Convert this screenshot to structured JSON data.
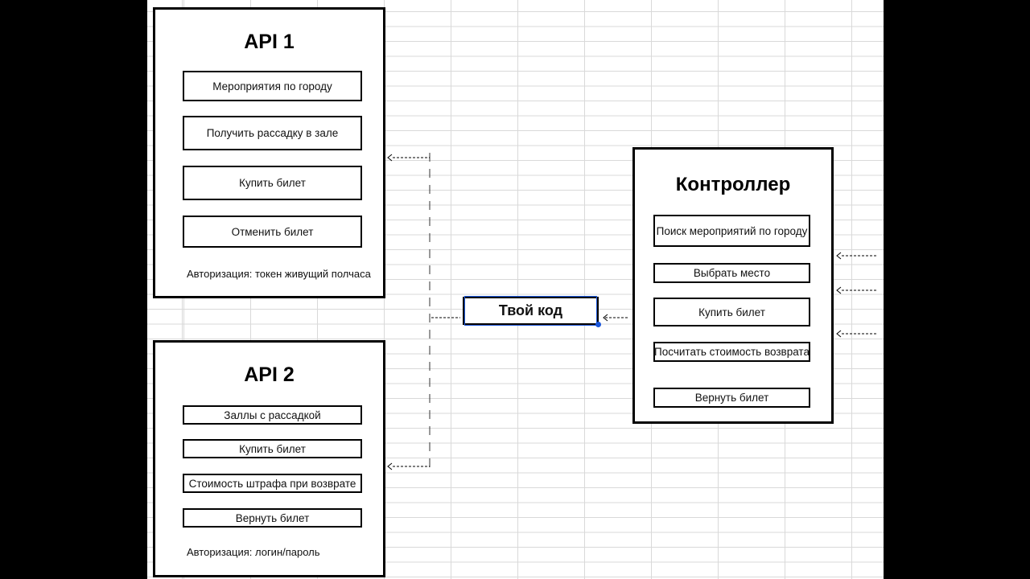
{
  "api1": {
    "title": "API 1",
    "items": [
      "Мероприятия по городу",
      "Получить рассадку в зале",
      "Купить билет",
      "Отменить билет"
    ],
    "note": "Авторизация: токен живущий полчаса"
  },
  "api2": {
    "title": "API 2",
    "items": [
      "Заллы с рассадкой",
      "Купить билет",
      "Стоимость штрафа при возврате",
      "Вернуть билет"
    ],
    "note": "Авторизация: логин/пароль"
  },
  "controller": {
    "title": "Контроллер",
    "items": [
      "Поиск мероприятий по городу",
      "Выбрать место",
      "Купить билет",
      "Посчитать стоимость возврата",
      "Вернуть билет"
    ]
  },
  "center": {
    "label": "Твой код"
  },
  "colors": {
    "accent": "#1a56db",
    "grid": "#d9d9d9",
    "frame": "#000000"
  }
}
